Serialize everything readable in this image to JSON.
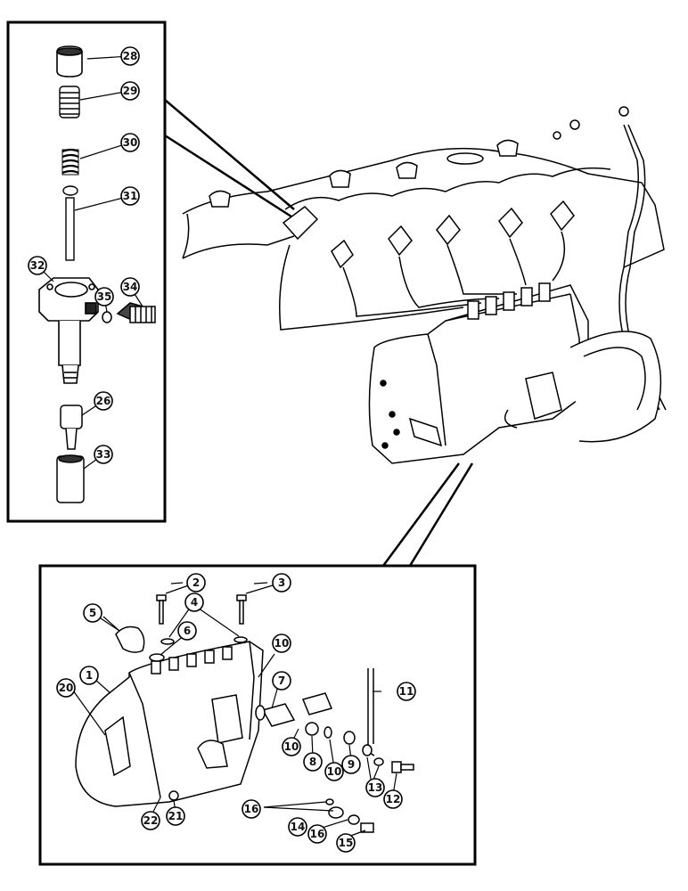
{
  "diagram": {
    "callouts": [
      {
        "id": "c28",
        "label": "28"
      },
      {
        "id": "c29",
        "label": "29"
      },
      {
        "id": "c30",
        "label": "30"
      },
      {
        "id": "c31",
        "label": "31"
      },
      {
        "id": "c32",
        "label": "32"
      },
      {
        "id": "c35",
        "label": "35"
      },
      {
        "id": "c34",
        "label": "34"
      },
      {
        "id": "c26",
        "label": "26"
      },
      {
        "id": "c33",
        "label": "33"
      },
      {
        "id": "c2",
        "label": "2"
      },
      {
        "id": "c3",
        "label": "3"
      },
      {
        "id": "c5",
        "label": "5"
      },
      {
        "id": "c4",
        "label": "4"
      },
      {
        "id": "c6",
        "label": "6"
      },
      {
        "id": "c10a",
        "label": "10"
      },
      {
        "id": "c1",
        "label": "1"
      },
      {
        "id": "c20",
        "label": "20"
      },
      {
        "id": "c7",
        "label": "7"
      },
      {
        "id": "c11",
        "label": "11"
      },
      {
        "id": "c9",
        "label": "9"
      },
      {
        "id": "c10b",
        "label": "10"
      },
      {
        "id": "c8",
        "label": "8"
      },
      {
        "id": "c10c",
        "label": "10"
      },
      {
        "id": "c13",
        "label": "13"
      },
      {
        "id": "c12",
        "label": "12"
      },
      {
        "id": "c16a",
        "label": "16"
      },
      {
        "id": "c14",
        "label": "14"
      },
      {
        "id": "c16b",
        "label": "16"
      },
      {
        "id": "c15",
        "label": "15"
      },
      {
        "id": "c22",
        "label": "22"
      },
      {
        "id": "c21",
        "label": "21"
      }
    ]
  }
}
